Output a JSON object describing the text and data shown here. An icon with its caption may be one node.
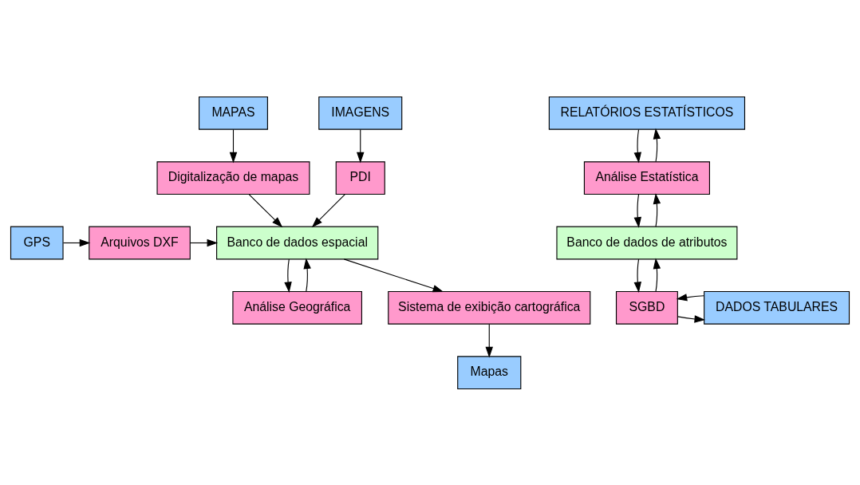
{
  "diagram": {
    "nodes": [
      {
        "text": [
          "MAPAS"
        ]
      },
      {
        "text": [
          "IMAGENS"
        ]
      },
      {
        "text": [
          "RELATÓRIOS ESTATÍSTICOS"
        ]
      },
      {
        "text": [
          "Digitalização de mapas"
        ]
      },
      {
        "text": [
          "PDI"
        ]
      },
      {
        "text": [
          "Análise Estatística"
        ]
      },
      {
        "text": [
          "GPS"
        ]
      },
      {
        "text": [
          "Arquivos DXF"
        ]
      },
      {
        "text": [
          "Banco de dados espacial"
        ]
      },
      {
        "text": [
          "Banco de dados de atributos"
        ]
      },
      {
        "text": [
          "Análise Geográfica"
        ]
      },
      {
        "text": [
          "SGBD"
        ]
      },
      {
        "text": [
          "Sistema de exibição cartográfica"
        ]
      },
      {
        "text": [
          "DADOS TABULARES"
        ]
      },
      {
        "text": [
          "Mapas"
        ]
      }
    ],
    "edges": [
      {
        "from": 0,
        "to": 3,
        "arrow": "to"
      },
      {
        "from": 1,
        "to": 4,
        "arrow": "to"
      },
      {
        "from": 4,
        "to": 8,
        "arrow": "to"
      },
      {
        "from": 3,
        "to": 8,
        "arrow": "to"
      },
      {
        "from": 6,
        "to": 7,
        "arrow": "to"
      },
      {
        "from": 7,
        "to": 8,
        "arrow": "to"
      },
      {
        "from": 10,
        "to": 8,
        "arrow": "to"
      },
      {
        "from": 8,
        "to": 10,
        "arrow": "to"
      },
      {
        "from": 9,
        "to": 5,
        "arrow": "to"
      },
      {
        "from": 5,
        "to": 9,
        "arrow": "to"
      },
      {
        "from": 5,
        "to": 2,
        "arrow": "to"
      },
      {
        "from": 2,
        "to": 5,
        "arrow": "to"
      },
      {
        "from": 9,
        "to": 11,
        "arrow": "to"
      },
      {
        "from": 11,
        "to": 9,
        "arrow": "to"
      },
      {
        "from": 11,
        "to": 13,
        "arrow": "to"
      },
      {
        "from": 13,
        "to": 11,
        "arrow": "to"
      },
      {
        "from": 8,
        "to": 12,
        "arrow": "to"
      },
      {
        "from": 12,
        "to": 14,
        "arrow": "to"
      }
    ]
  }
}
